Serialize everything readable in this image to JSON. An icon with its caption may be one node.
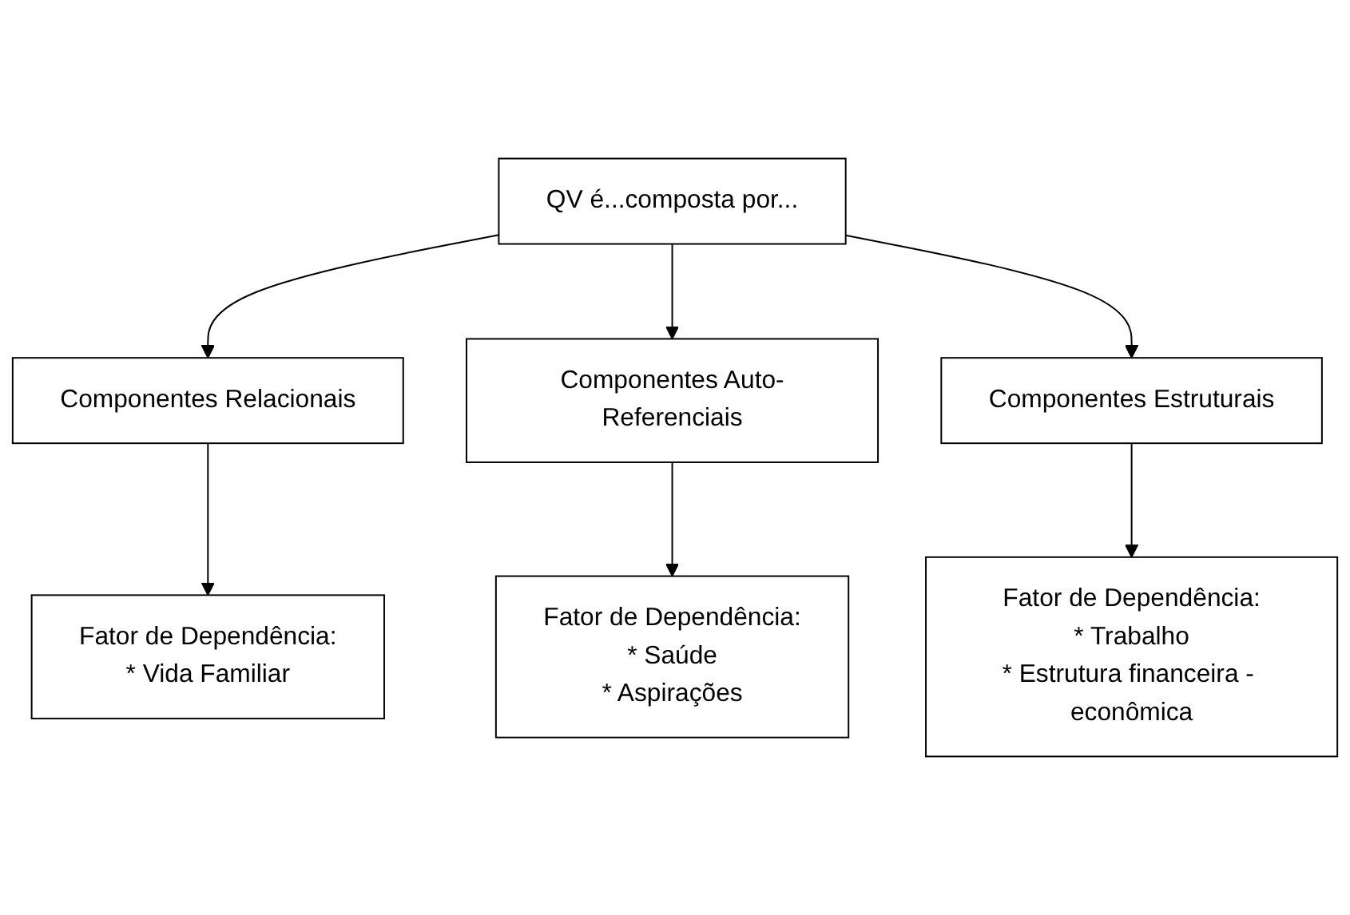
{
  "diagram": {
    "nodes": [
      {
        "text": [
          "QV é...composta por..."
        ]
      },
      {
        "text": [
          "Componentes Relacionais"
        ]
      },
      {
        "text": [
          "Componentes Auto-Referenciais"
        ]
      },
      {
        "text": [
          "Componentes Estruturais"
        ]
      },
      {
        "text": [
          "Fator de Dependência:",
          "* Vida Familiar"
        ]
      },
      {
        "text": [
          "Fator de Dependência:",
          "* Saúde",
          "* Aspirações"
        ]
      },
      {
        "text": [
          "Fator de Dependência:",
          "* Trabalho",
          "* Estrutura financeira - econômica"
        ]
      }
    ],
    "edges": [
      {
        "from": 0,
        "to": 1,
        "arrow": "to"
      },
      {
        "from": 0,
        "to": 2,
        "arrow": "to"
      },
      {
        "from": 0,
        "to": 3,
        "arrow": "to"
      },
      {
        "from": 1,
        "to": 4,
        "arrow": "to"
      },
      {
        "from": 2,
        "to": 5,
        "arrow": "to"
      },
      {
        "from": 3,
        "to": 6,
        "arrow": "to"
      }
    ]
  }
}
